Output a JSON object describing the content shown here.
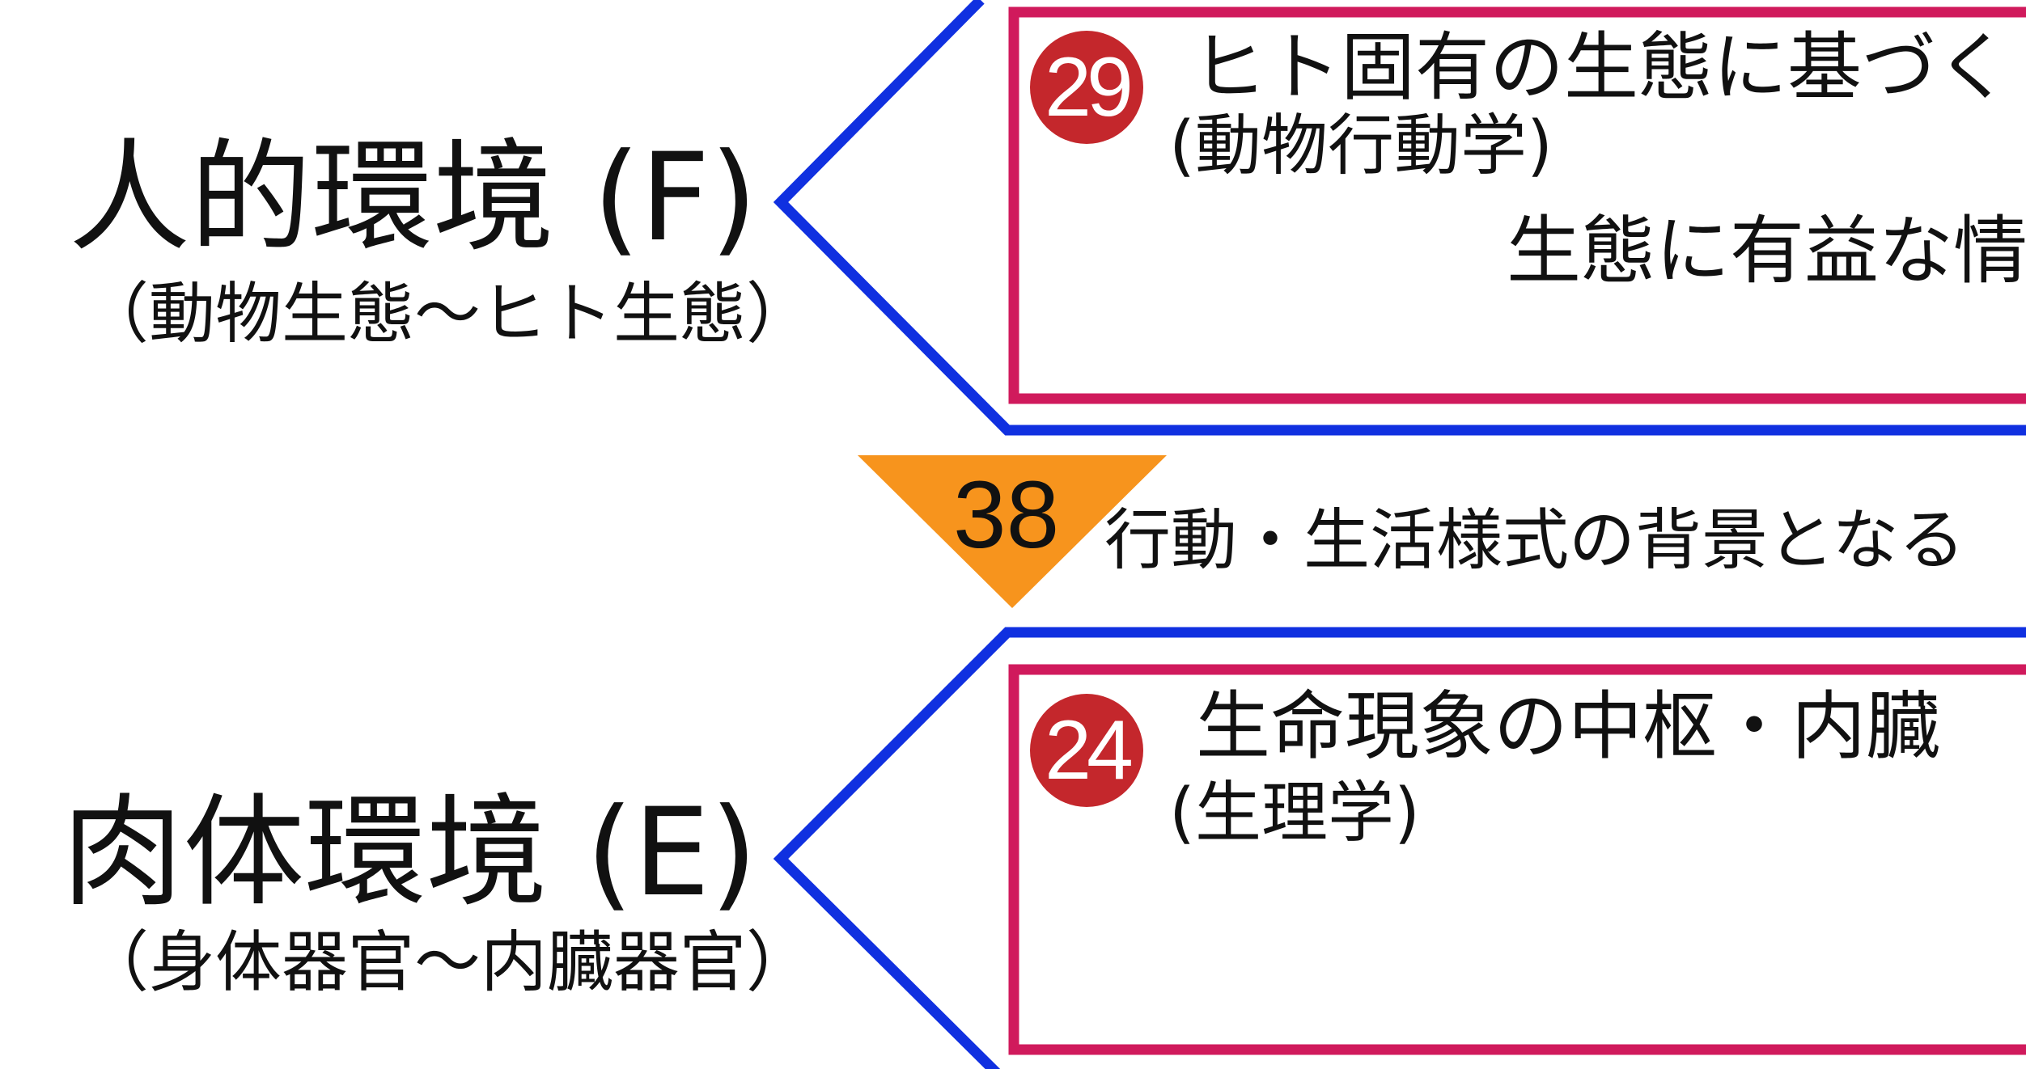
{
  "colors": {
    "bracket": "#1030e0",
    "box_border": "#d01a5c",
    "badge": "#c4272c",
    "triangle": "#f7941d"
  },
  "top": {
    "title": "人的環境 (F)",
    "subtitle": "（動物生態〜ヒト生態）",
    "badge": "29",
    "line1": "ヒト固有の生態に基づく",
    "line2": "(動物行動学)",
    "line3": "生態に有益な情"
  },
  "middle": {
    "number": "38",
    "text": "行動・生活様式の背景となる"
  },
  "bottom": {
    "title": "肉体環境 (E)",
    "subtitle": "（身体器官〜内臓器官）",
    "badge": "24",
    "line1": "生命現象の中枢・内臓",
    "line2": "(生理学)"
  }
}
